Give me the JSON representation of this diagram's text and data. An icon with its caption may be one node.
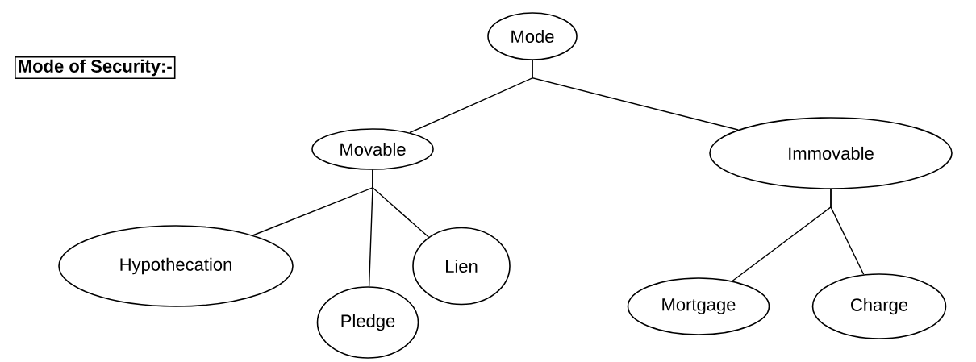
{
  "diagram": {
    "title": "Mode of Security:-",
    "nodes": [
      {
        "text": [
          "Mode"
        ]
      },
      {
        "text": [
          "Movable"
        ]
      },
      {
        "text": [
          "Immovable"
        ]
      },
      {
        "text": [
          "Hypothecation"
        ]
      },
      {
        "text": [
          "Pledge"
        ]
      },
      {
        "text": [
          "Lien"
        ]
      },
      {
        "text": [
          "Mortgage"
        ]
      },
      {
        "text": [
          "Charge"
        ]
      }
    ],
    "edges": [
      {
        "from": 0,
        "to": 1,
        "arrow": "none"
      },
      {
        "from": 0,
        "to": 2,
        "arrow": "none"
      },
      {
        "from": 1,
        "to": 3,
        "arrow": "none"
      },
      {
        "from": 1,
        "to": 4,
        "arrow": "none"
      },
      {
        "from": 1,
        "to": 5,
        "arrow": "none"
      },
      {
        "from": 2,
        "to": 6,
        "arrow": "none"
      },
      {
        "from": 2,
        "to": 7,
        "arrow": "none"
      }
    ]
  }
}
